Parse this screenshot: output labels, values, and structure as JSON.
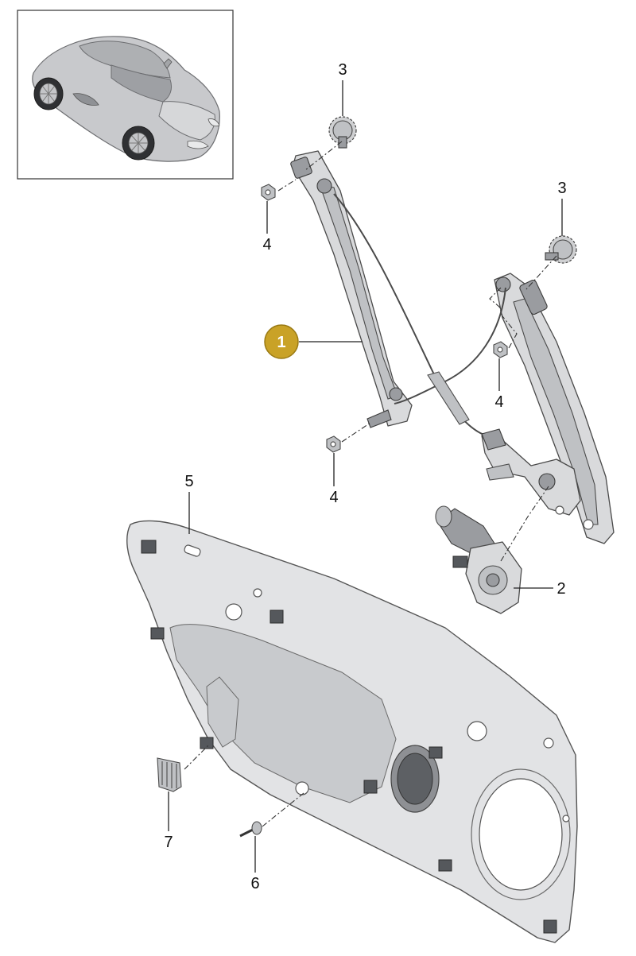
{
  "callouts": [
    {
      "id": "part-1",
      "label": "1",
      "highlighted": true
    },
    {
      "id": "part-2",
      "label": "2"
    },
    {
      "id": "part-3a",
      "label": "3"
    },
    {
      "id": "part-3b",
      "label": "3"
    },
    {
      "id": "part-4a",
      "label": "4"
    },
    {
      "id": "part-4b",
      "label": "4"
    },
    {
      "id": "part-4c",
      "label": "4"
    },
    {
      "id": "part-5",
      "label": "5"
    },
    {
      "id": "part-6",
      "label": "6"
    },
    {
      "id": "part-7",
      "label": "7"
    }
  ],
  "colors": {
    "highlight_badge": "#c9a227",
    "highlight_badge_border": "#9a7a14",
    "highlight_text": "#ffffff",
    "line": "#222222",
    "metal": "#d9dadc"
  }
}
